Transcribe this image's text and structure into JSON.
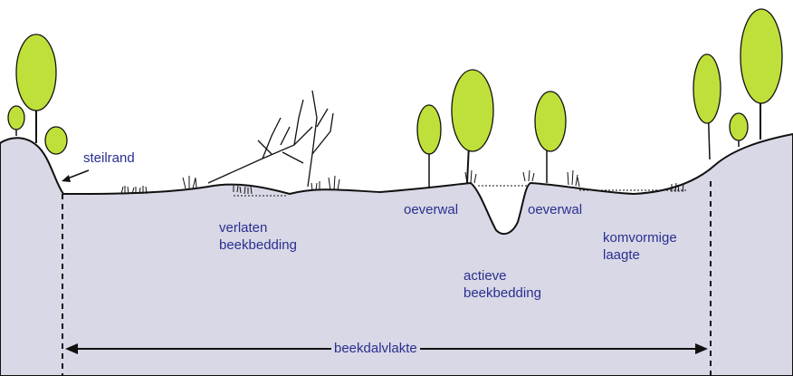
{
  "labels": {
    "steilrand": "steilrand",
    "verlaten": "verlaten\nbeekbedding",
    "oeverwal_left": "oeverwal",
    "oeverwal_right": "oeverwal",
    "actieve": "actieve\nbeekbedding",
    "komvormige": "komvormige\nlaagte",
    "beekdalvlakte": "beekdalvlakte"
  },
  "colors": {
    "terrain_fill": "#d8d8e6",
    "tree_fill": "#bfe03a",
    "line": "#111111",
    "label_text": "#2a2f8f"
  }
}
